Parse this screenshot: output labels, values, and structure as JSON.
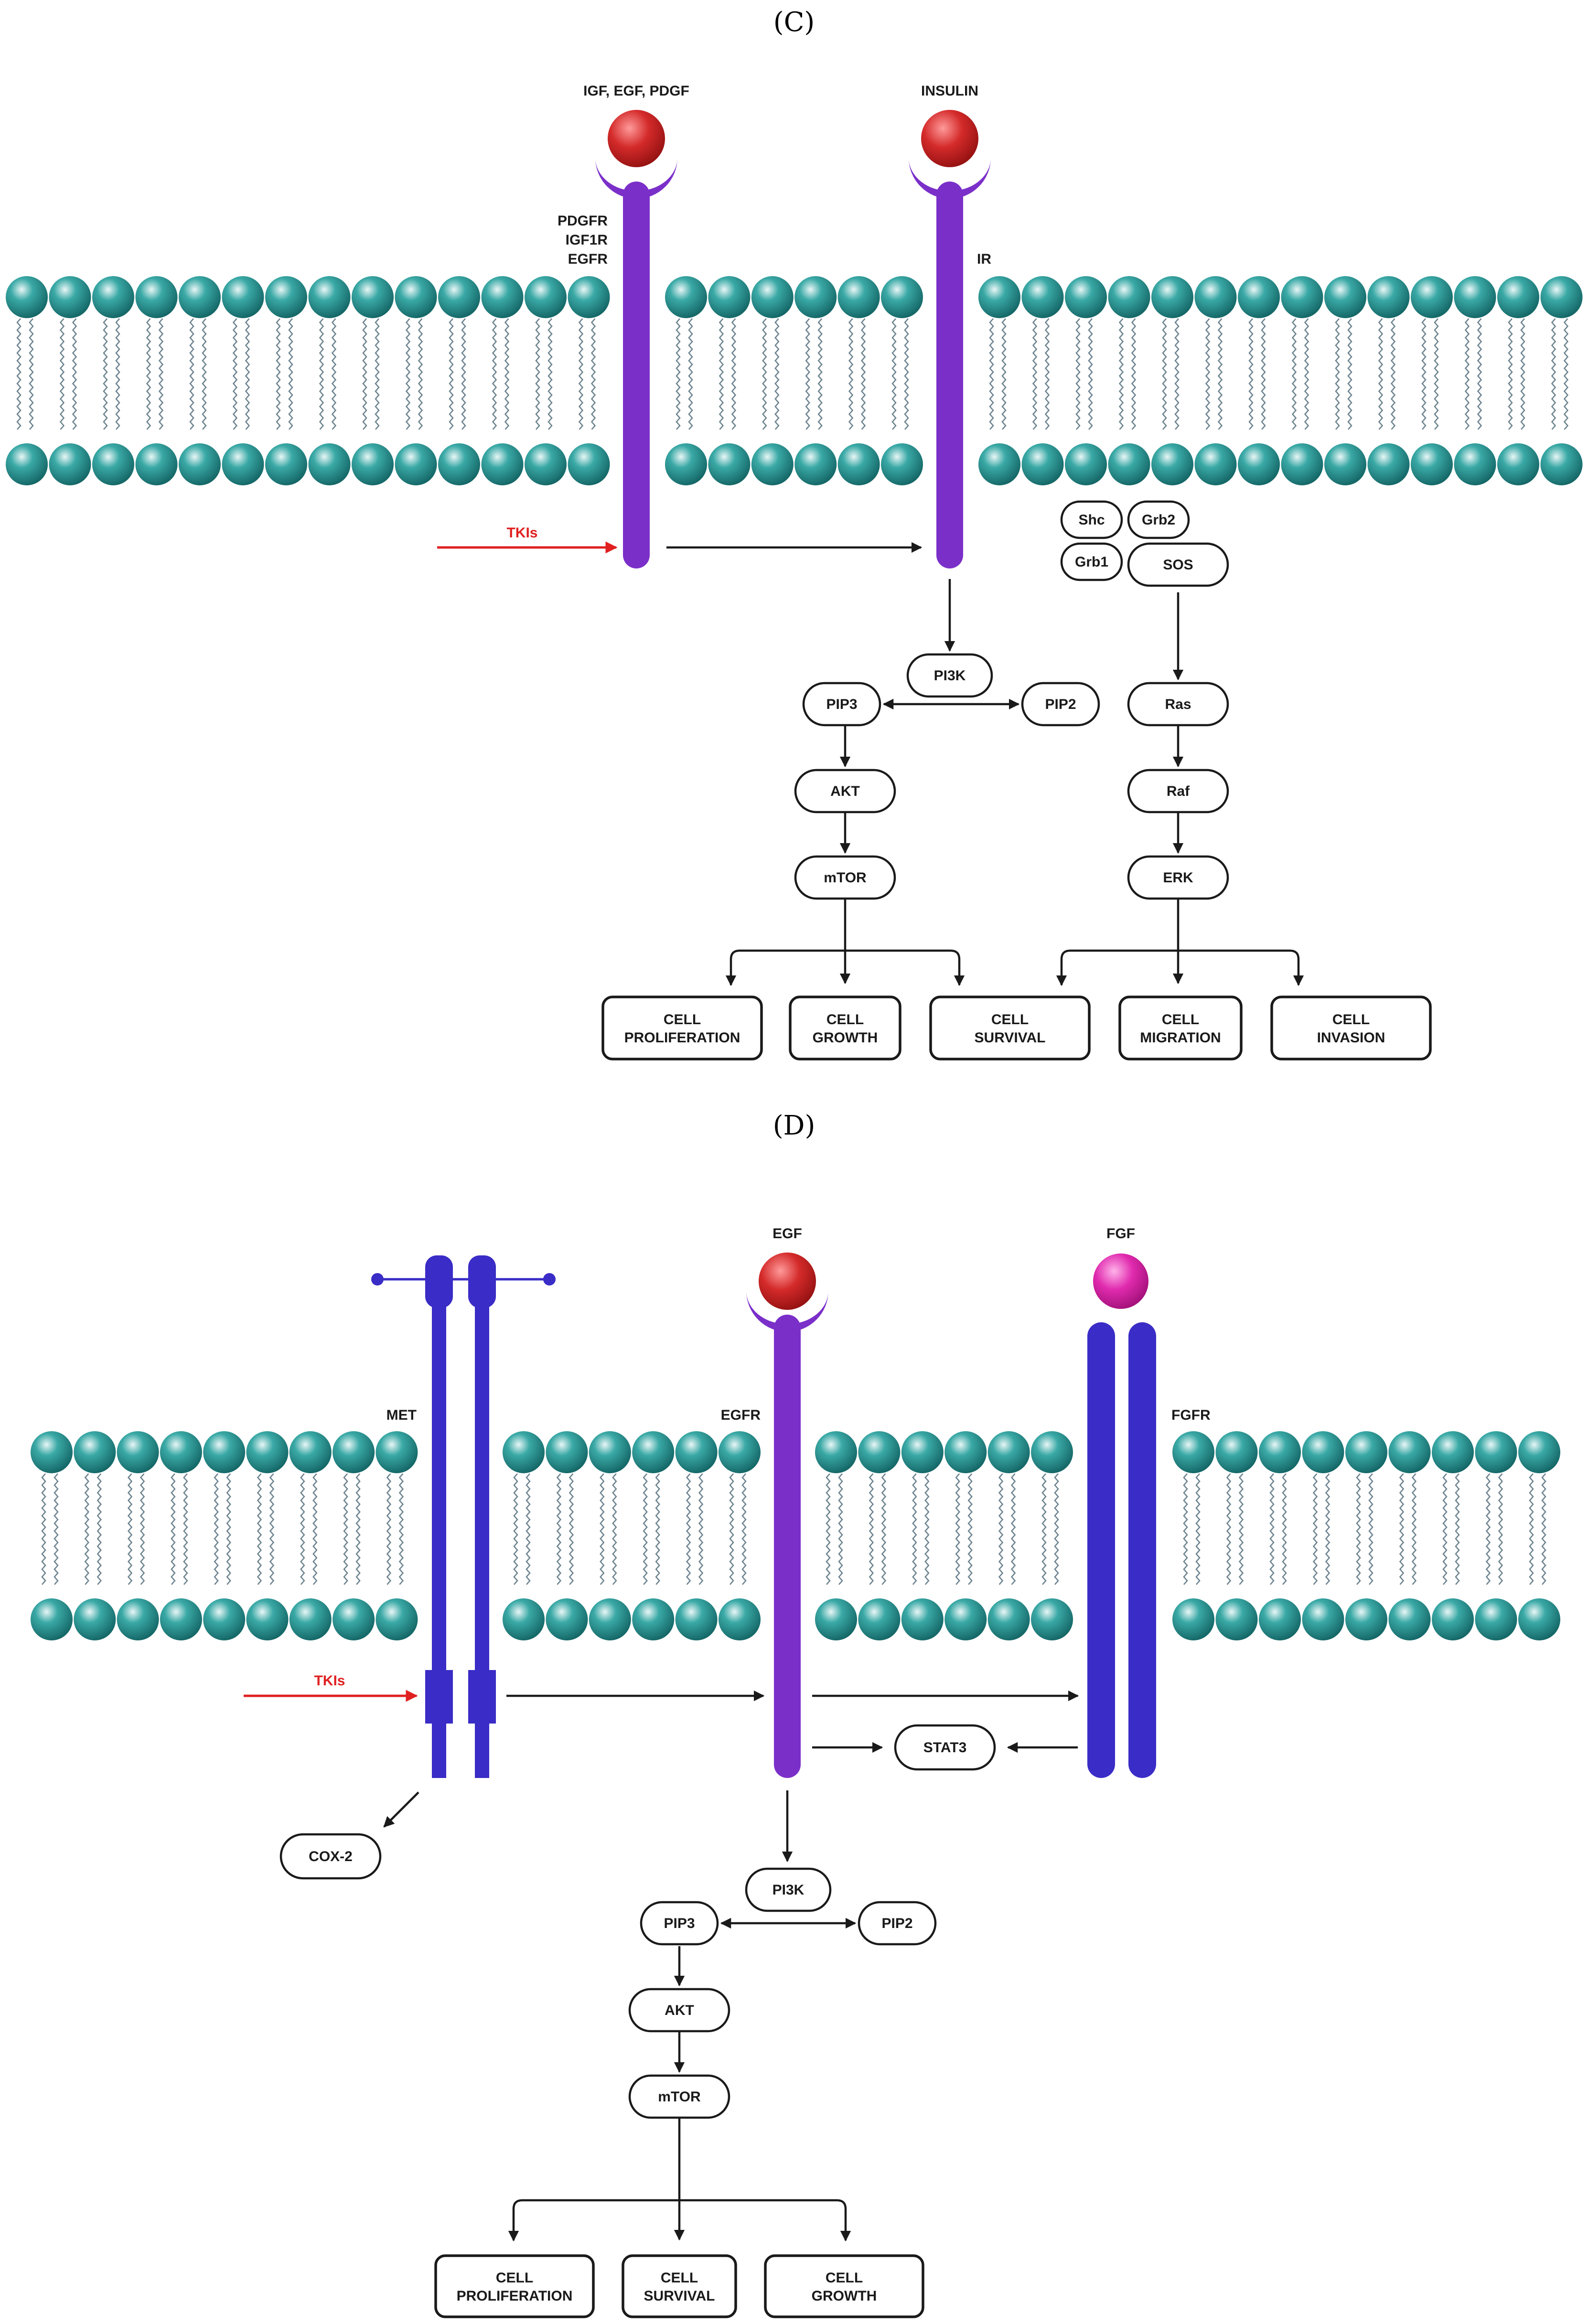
{
  "panels": {
    "c_label": "(C)",
    "d_label": "(D)"
  },
  "colors": {
    "receptor": "#7b2fc9",
    "receptor_blue": "#3a2cc6",
    "ligand_red": "#cc1f1f",
    "ligand_pink": "#d81b9c",
    "lipid_head": "#1f8b8a",
    "inhibitor": "#e02020"
  },
  "panel_c": {
    "ligand_igf": "IGF, EGF, PDGF",
    "ligand_insulin": "INSULIN",
    "receptor_rtk_lines": [
      "PDGFR",
      "IGF1R",
      "EGFR"
    ],
    "receptor_ir": "IR",
    "inhibitor": "TKIs",
    "nodes": {
      "shc": "Shc",
      "grb2": "Grb2",
      "grb1": "Grb1",
      "sos": "SOS",
      "pi3k": "PI3K",
      "pip3": "PIP3",
      "pip2": "PIP2",
      "akt": "AKT",
      "mtor": "mTOR",
      "ras": "Ras",
      "raf": "Raf",
      "erk": "ERK"
    },
    "outcomes": [
      [
        "CELL",
        "PROLIFERATION"
      ],
      [
        "CELL",
        "GROWTH"
      ],
      [
        "CELL",
        "SURVIVAL"
      ],
      [
        "CELL",
        "MIGRATION"
      ],
      [
        "CELL",
        "INVASION"
      ]
    ]
  },
  "panel_d": {
    "ligand_egf": "EGF",
    "ligand_fgf": "FGF",
    "receptor_met": "MET",
    "receptor_egfr": "EGFR",
    "receptor_fgfr": "FGFR",
    "inhibitor": "TKIs",
    "nodes": {
      "stat3": "STAT3",
      "cox2": "COX-2",
      "pi3k": "PI3K",
      "pip3": "PIP3",
      "pip2": "PIP2",
      "akt": "AKT",
      "mtor": "mTOR"
    },
    "outcomes": [
      [
        "CELL",
        "PROLIFERATION"
      ],
      [
        "CELL",
        "SURVIVAL"
      ],
      [
        "CELL",
        "GROWTH"
      ]
    ]
  }
}
